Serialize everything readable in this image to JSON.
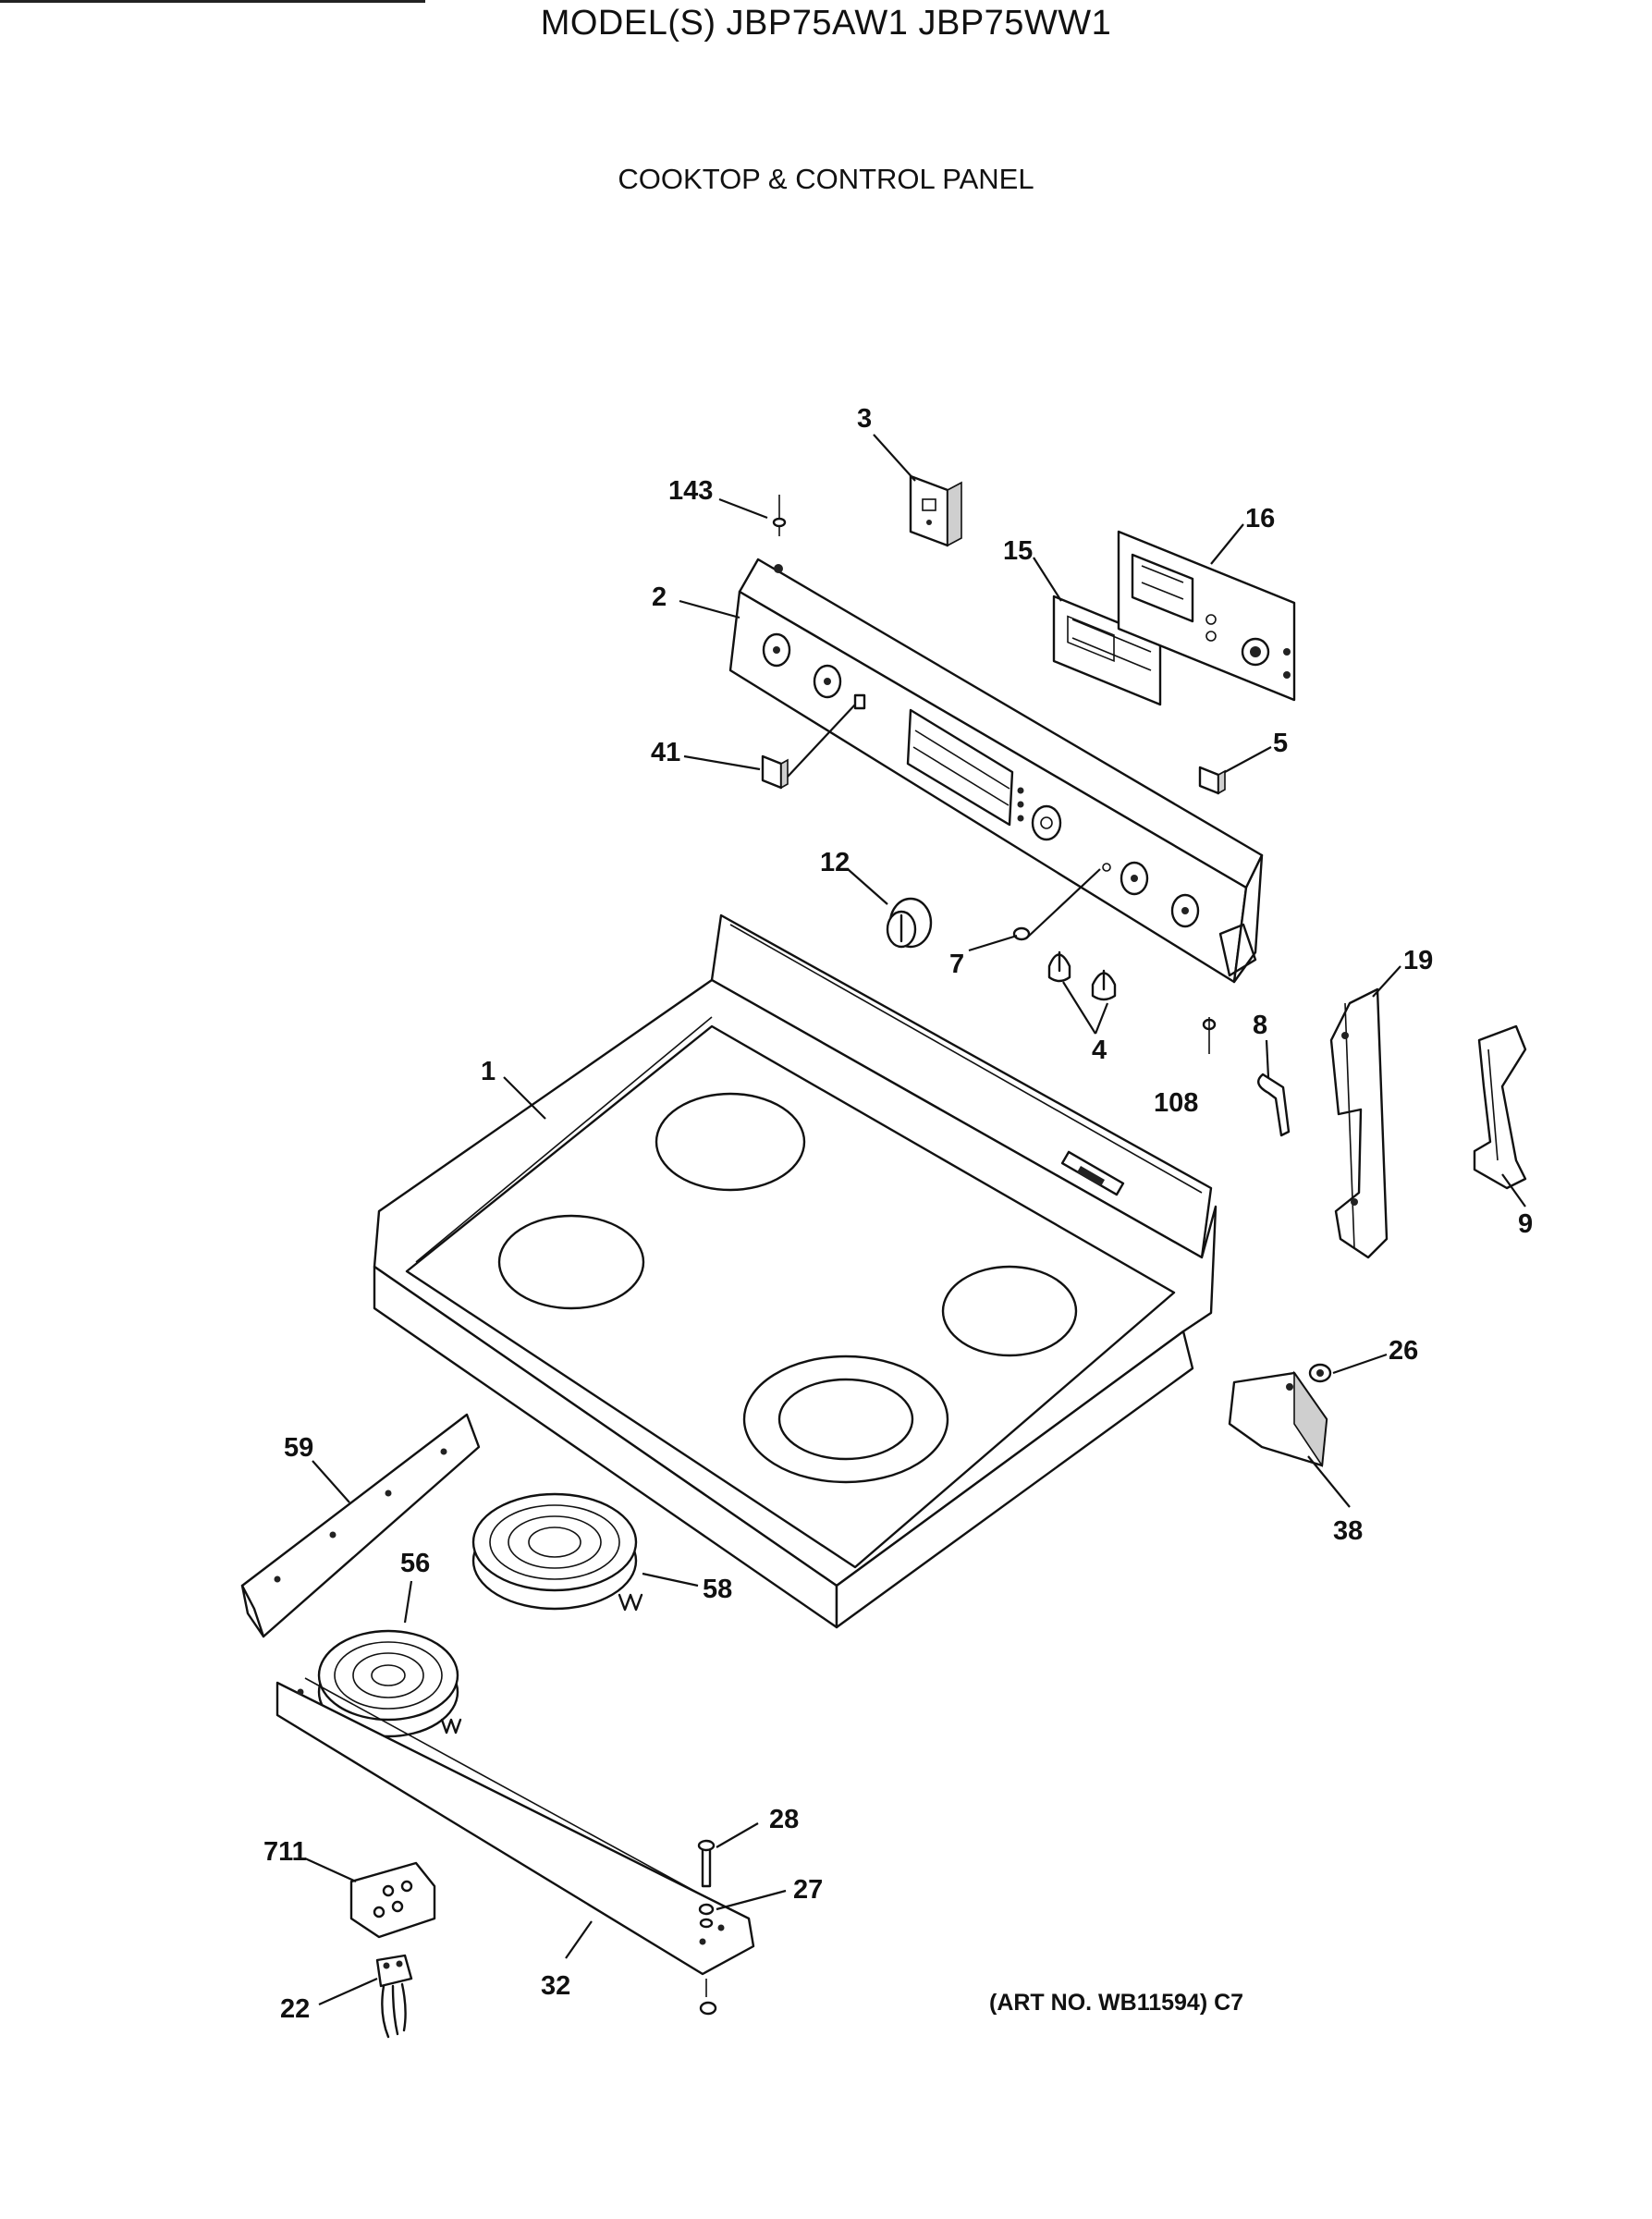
{
  "header": {
    "model_line": "MODEL(S) JBP75AW1  JBP75WW1",
    "section_title": "COOKTOP & CONTROL PANEL"
  },
  "callouts": [
    {
      "id": "143",
      "label": "143"
    },
    {
      "id": "3",
      "label": "3"
    },
    {
      "id": "16",
      "label": "16"
    },
    {
      "id": "15",
      "label": "15"
    },
    {
      "id": "2",
      "label": "2"
    },
    {
      "id": "41",
      "label": "41"
    },
    {
      "id": "5",
      "label": "5"
    },
    {
      "id": "12",
      "label": "12"
    },
    {
      "id": "7",
      "label": "7"
    },
    {
      "id": "4",
      "label": "4"
    },
    {
      "id": "19",
      "label": "19"
    },
    {
      "id": "8",
      "label": "8"
    },
    {
      "id": "108",
      "label": "108"
    },
    {
      "id": "1",
      "label": "1"
    },
    {
      "id": "9",
      "label": "9"
    },
    {
      "id": "26",
      "label": "26"
    },
    {
      "id": "38",
      "label": "38"
    },
    {
      "id": "59",
      "label": "59"
    },
    {
      "id": "56",
      "label": "56"
    },
    {
      "id": "58",
      "label": "58"
    },
    {
      "id": "28",
      "label": "28"
    },
    {
      "id": "711",
      "label": "711"
    },
    {
      "id": "27",
      "label": "27"
    },
    {
      "id": "32",
      "label": "32"
    },
    {
      "id": "22",
      "label": "22"
    }
  ],
  "footer": {
    "art_number": "(ART NO. WB11594) C7"
  }
}
